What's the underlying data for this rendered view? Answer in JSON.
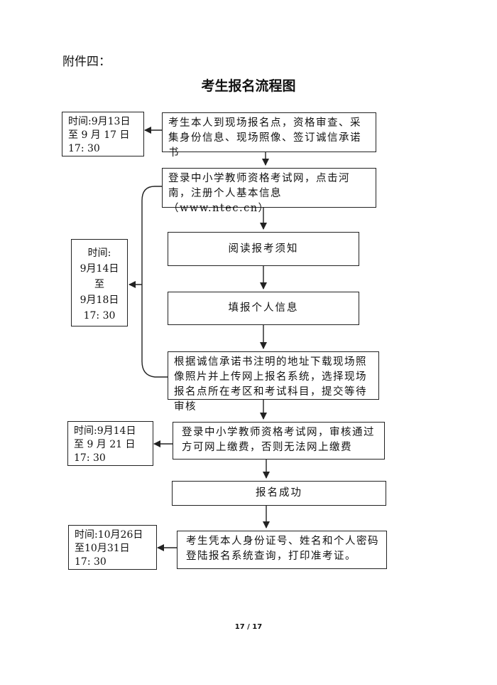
{
  "attachment_label": "附件四：",
  "title": "考生报名流程图",
  "steps": [
    "考生本人到现场报名点，资格审查、采集身份信息、现场照像、签订诚信承诺书",
    "登录中小学教师资格考试网，点击河南，注册个人基本信息（www.ntec.cn）",
    "阅读报考须知",
    "填报个人信息",
    "根据诚信承诺书注明的地址下载现场照像照片并上传网上报名系统，选择现场报名点所在考区和考试科目，提交等待审核",
    "登录中小学教师资格考试网，审核通过方可网上缴费，否则无法网上缴费",
    "报名成功",
    "考生凭本人身份证号、姓名和个人密码登陆报名系统查询，打印准考证。"
  ],
  "times": [
    "时间:9月13日\n至 9 月 17 日\n17: 30",
    "时间:\n9月14日\n至\n9月18日\n17: 30",
    "时间:9月14日\n至 9 月 21 日\n17: 30",
    "时间:10月26日\n至10月31日\n17: 30"
  ],
  "page_number": "17 / 17"
}
